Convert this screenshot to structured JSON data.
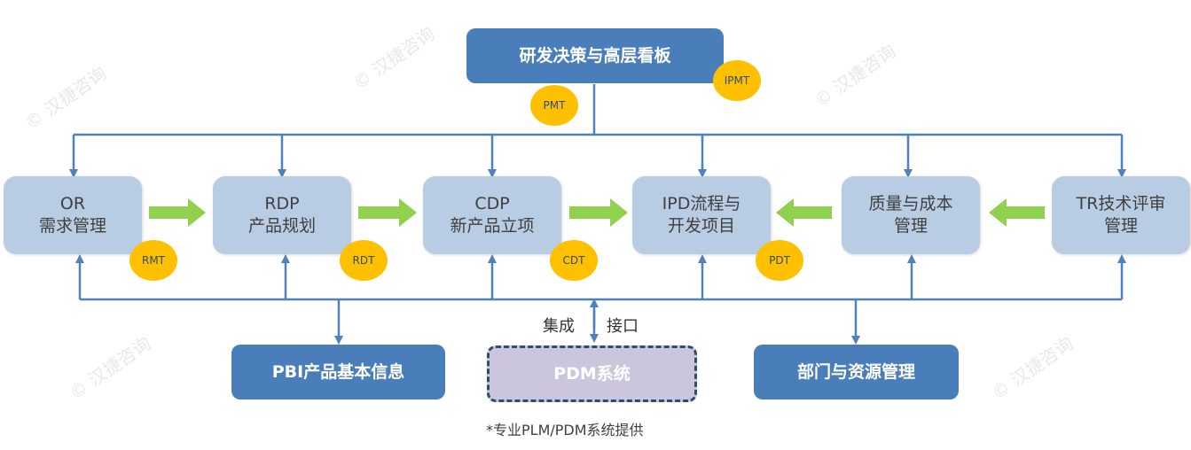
{
  "watermark": "© 汉捷咨询",
  "top_board": {
    "label": "研发决策与高层看板"
  },
  "process_boxes": [
    {
      "line1": "OR",
      "line2": "需求管理"
    },
    {
      "line1": "RDP",
      "line2": "产品规划"
    },
    {
      "line1": "CDP",
      "line2": "新产品立项"
    },
    {
      "line1": "IPD流程与",
      "line2": "开发项目"
    },
    {
      "line1": "质量与成本",
      "line2": "管理"
    },
    {
      "line1": "TR技术评审",
      "line2": "管理"
    }
  ],
  "badges": {
    "pmt": "PMT",
    "ipmt": "IPMT",
    "rmt": "RMT",
    "rdt": "RDT",
    "cdt": "CDT",
    "pdt": "PDT"
  },
  "bottom_boxes": {
    "pbi": "PBI产品基本信息",
    "pdm": "PDM系统",
    "dept": "部门与资源管理"
  },
  "labels": {
    "integrate": "集成",
    "interface": "接口"
  },
  "footnote": "*专业PLM/PDM系统提供",
  "colors": {
    "dark_blue": "#4a7ebb",
    "light_blue": "#b8cce4",
    "badge": "#ffc000",
    "green_arrow": "#92d050",
    "line": "#4f81bd"
  }
}
